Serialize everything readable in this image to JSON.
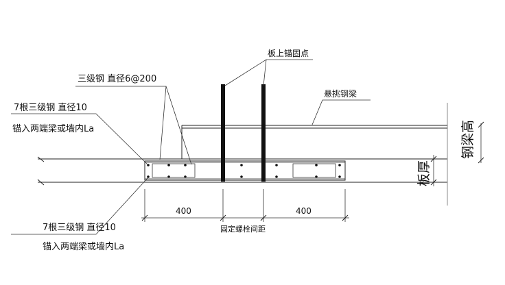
{
  "labels": {
    "anchor_point": "板上锚固点",
    "cantilever_beam": "悬挑钢梁",
    "stirrup": "三级钢  直径6@200",
    "top_bars_line1": "7根三级钢  直径10",
    "top_bars_line2": "锚入两端梁或墙内La",
    "bottom_bars_line1": "7根三级钢  直径10",
    "bottom_bars_line2": "锚入两端梁或墙内La",
    "beam_height": "钢梁高",
    "slab_thickness": "板厚",
    "bolt_spacing": "固定螺栓间距"
  },
  "dimensions": {
    "left": "400",
    "right": "400"
  }
}
